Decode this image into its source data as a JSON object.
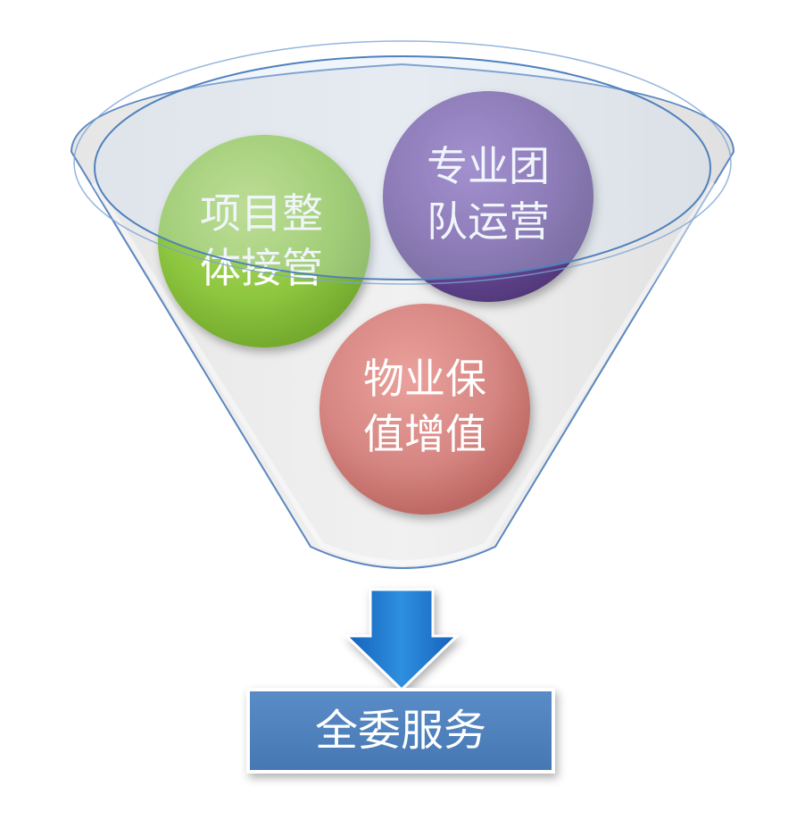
{
  "circles": {
    "green": {
      "line1": "项目整",
      "line2": "体接管",
      "color": "#8dc63f"
    },
    "purple": {
      "line1": "专业团",
      "line2": "队运营",
      "color": "#6b4c9a"
    },
    "red": {
      "line1": "物业保",
      "line2": "值增值",
      "color": "#d17b76"
    }
  },
  "result": {
    "label": "全委服务",
    "color": "#4f81bd"
  },
  "funnel": {
    "fill": "#e8e8e8",
    "edge": "#4f81bd"
  },
  "arrow": {
    "color": "#1a6fc4"
  }
}
